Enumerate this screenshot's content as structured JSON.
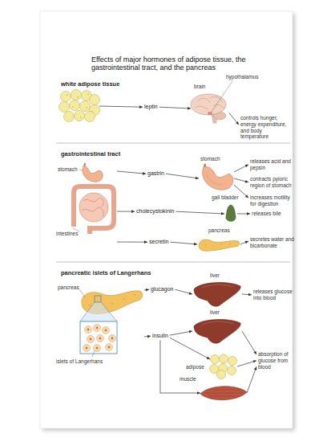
{
  "diagram": {
    "title": "Effects of major hormones of adipose tissue, the gastrointestinal tract, and the pancreas",
    "nodes": [
      {
        "text": [
          "white adipose tissue"
        ]
      },
      {
        "text": [
          "leptin"
        ]
      },
      {
        "text": [
          "brain",
          "hypothalamus"
        ]
      },
      {
        "text": [
          "controls hunger, energy expenditure, and body temperature"
        ]
      },
      {
        "text": [
          "gastrointestinal tract",
          "stomach",
          "intestines"
        ]
      },
      {
        "text": [
          "gastrin"
        ]
      },
      {
        "text": [
          "stomach"
        ]
      },
      {
        "text": [
          "releases acid and pepsin"
        ]
      },
      {
        "text": [
          "contracts pyloric region of stomach"
        ]
      },
      {
        "text": [
          "increases motility for digestion"
        ]
      },
      {
        "text": [
          "cholecystokinin"
        ]
      },
      {
        "text": [
          "gall bladder"
        ]
      },
      {
        "text": [
          "releases bile"
        ]
      },
      {
        "text": [
          "secretin"
        ]
      },
      {
        "text": [
          "pancreas"
        ]
      },
      {
        "text": [
          "secretes water and bicarbonate"
        ]
      },
      {
        "text": [
          "pancreatic islets of Langerhans",
          "pancreas",
          "islets of Langerhans"
        ]
      },
      {
        "text": [
          "glucagon"
        ]
      },
      {
        "text": [
          "liver"
        ]
      },
      {
        "text": [
          "releases glucose into blood"
        ]
      },
      {
        "text": [
          "insulin"
        ]
      },
      {
        "text": [
          "liver"
        ]
      },
      {
        "text": [
          "adipose"
        ]
      },
      {
        "text": [
          "muscle"
        ]
      },
      {
        "text": [
          "absorption of glucose from blood"
        ]
      }
    ],
    "edges": [
      {
        "from": 0,
        "to": 1,
        "arrow": "to"
      },
      {
        "from": 1,
        "to": 2,
        "arrow": "to"
      },
      {
        "from": 2,
        "to": 3,
        "arrow": "to"
      },
      {
        "from": 4,
        "to": 5,
        "arrow": "to"
      },
      {
        "from": 5,
        "to": 6,
        "arrow": "to"
      },
      {
        "from": 6,
        "to": 7,
        "arrow": "to"
      },
      {
        "from": 6,
        "to": 8,
        "arrow": "to"
      },
      {
        "from": 6,
        "to": 9,
        "arrow": "to"
      },
      {
        "from": 4,
        "to": 10,
        "arrow": "to"
      },
      {
        "from": 10,
        "to": 11,
        "arrow": "to"
      },
      {
        "from": 11,
        "to": 12,
        "arrow": "to"
      },
      {
        "from": 4,
        "to": 13,
        "arrow": "to"
      },
      {
        "from": 13,
        "to": 14,
        "arrow": "to"
      },
      {
        "from": 14,
        "to": 15,
        "arrow": "to"
      },
      {
        "from": 16,
        "to": 17,
        "arrow": "to"
      },
      {
        "from": 17,
        "to": 18,
        "arrow": "to"
      },
      {
        "from": 18,
        "to": 19,
        "arrow": "to"
      },
      {
        "from": 16,
        "to": 20,
        "arrow": "to"
      },
      {
        "from": 20,
        "to": 21,
        "arrow": "to"
      },
      {
        "from": 20,
        "to": 22,
        "arrow": "to"
      },
      {
        "from": 20,
        "to": 23,
        "arrow": "to"
      },
      {
        "from": 21,
        "to": 24,
        "arrow": "to"
      },
      {
        "from": 22,
        "to": 24,
        "arrow": "to"
      },
      {
        "from": 23,
        "to": 24,
        "arrow": "to"
      }
    ]
  }
}
